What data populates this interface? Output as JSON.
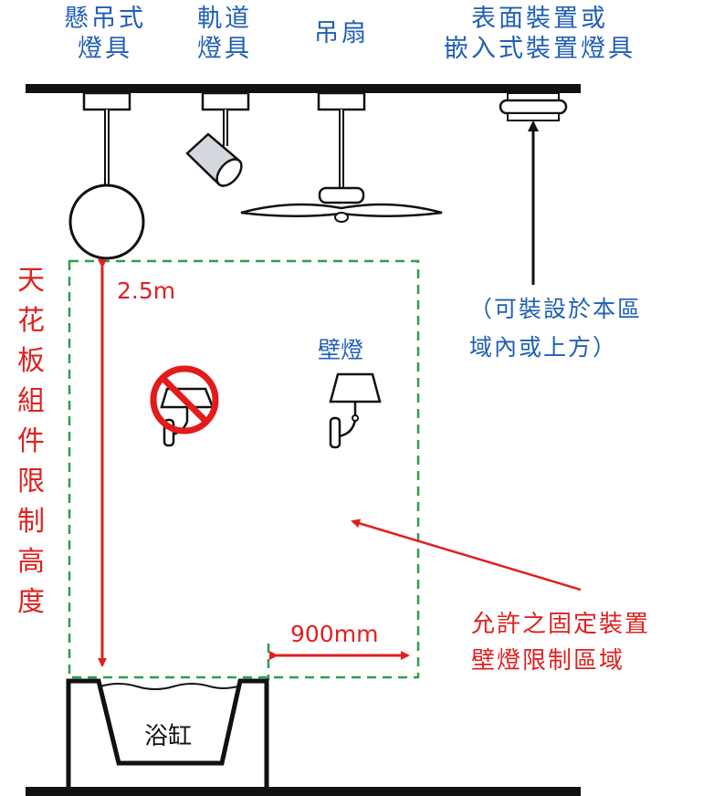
{
  "fixture_labels": {
    "pendant": [
      "懸吊式",
      "燈具"
    ],
    "track": [
      "軌道",
      "燈具"
    ],
    "ceiling_fan": "吊扇",
    "surface_recessed": [
      "表面裝置或",
      "嵌入式裝置燈具"
    ]
  },
  "install_note": [
    "（可裝設於本區",
    "域內或上方）"
  ],
  "height_limit_label": "天花板組件限制高度",
  "height_value": "2.5m",
  "wall_lamp_label": "壁燈",
  "width_value": "900mm",
  "zone_label": [
    "允許之固定裝置",
    "壁燈限制區域"
  ],
  "bathtub_label": "浴缸",
  "colors": {
    "blue_text": "#1f5fb5",
    "red_text": "#e02020",
    "zone_dash": "#2e9e4c",
    "line": "#111111"
  }
}
